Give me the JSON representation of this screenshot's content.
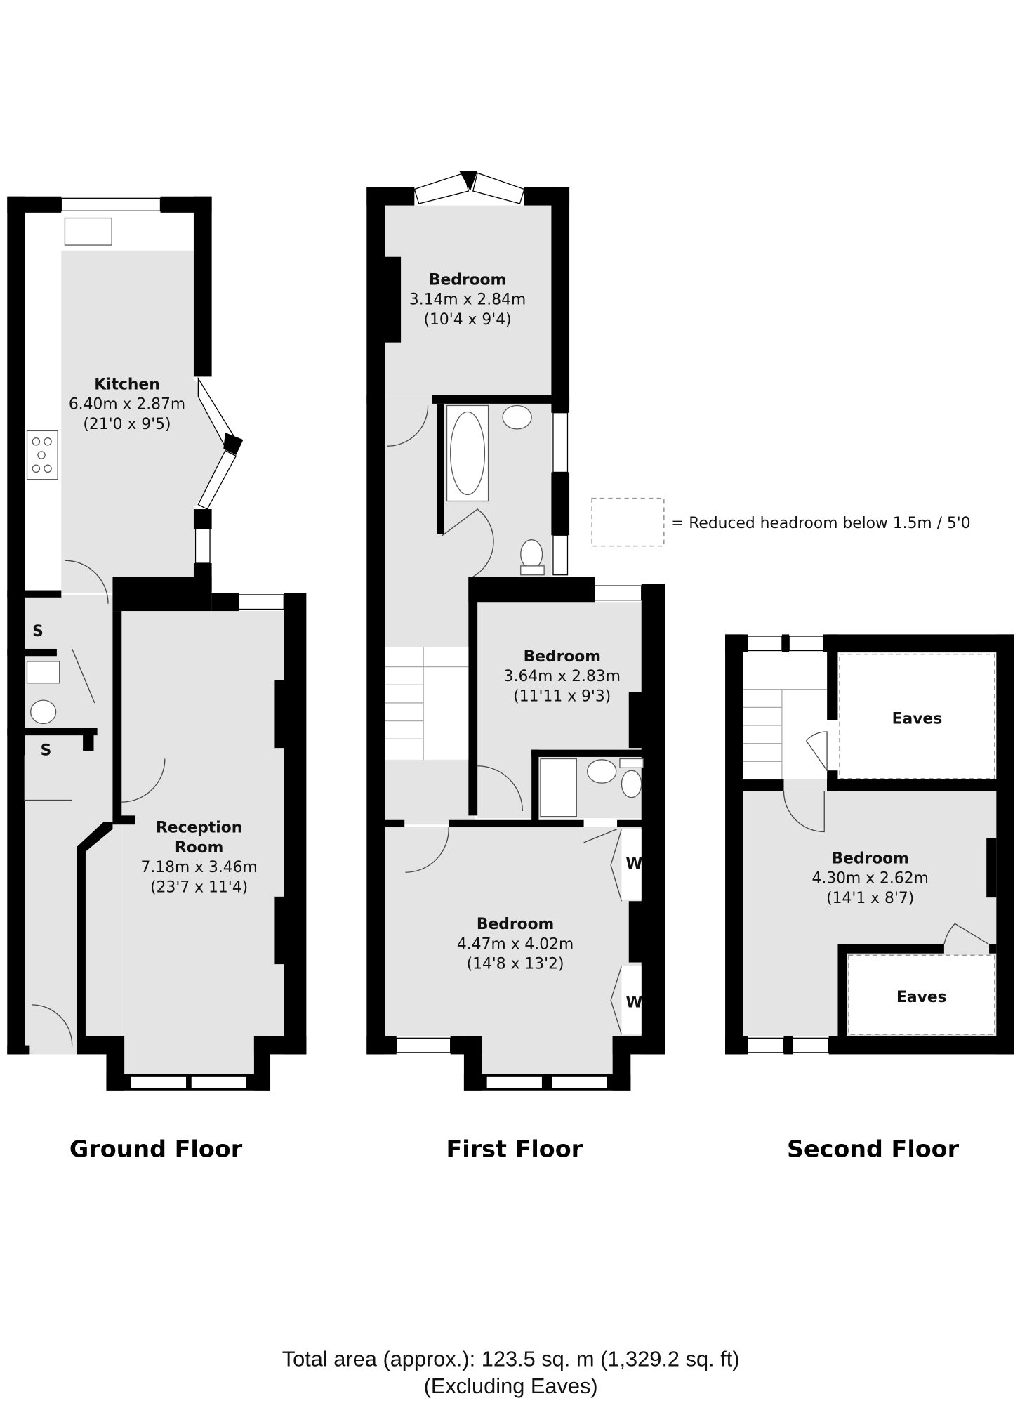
{
  "ground_floor": {
    "label": "Ground Floor",
    "rooms": [
      {
        "name": "Kitchen",
        "metric": "6.40m x 2.87m",
        "imperial": "(21'0 x 9'5)"
      },
      {
        "name": "Reception",
        "name2": "Room",
        "metric": "7.18m x 3.46m",
        "imperial": "(23'7 x 11'4)"
      }
    ],
    "storage": [
      "S",
      "S"
    ]
  },
  "first_floor": {
    "label": "First Floor",
    "rooms": [
      {
        "name": "Bedroom",
        "metric": "3.14m x 2.84m",
        "imperial": "(10'4 x 9'4)"
      },
      {
        "name": "Bedroom",
        "metric": "3.64m x 2.83m",
        "imperial": "(11'11 x 9'3)"
      },
      {
        "name": "Bedroom",
        "metric": "4.47m x 4.02m",
        "imperial": "(14'8 x 13'2)"
      }
    ],
    "wardrobes": [
      "W",
      "W"
    ]
  },
  "second_floor": {
    "label": "Second Floor",
    "rooms": [
      {
        "name": "Bedroom",
        "metric": "4.30m x 2.62m",
        "imperial": "(14'1 x 8'7)"
      }
    ],
    "eaves": [
      "Eaves",
      "Eaves"
    ]
  },
  "legend": {
    "text": "= Reduced headroom below 1.5m / 5'0"
  },
  "totals": {
    "line1": "Total area (approx.): 123.5 sq. m (1,329.2 sq. ft)",
    "line2": "(Excluding Eaves)"
  },
  "colors": {
    "wall": "#000000",
    "floor": "#e4e4e4",
    "reduced_headroom": "#ffffff"
  }
}
